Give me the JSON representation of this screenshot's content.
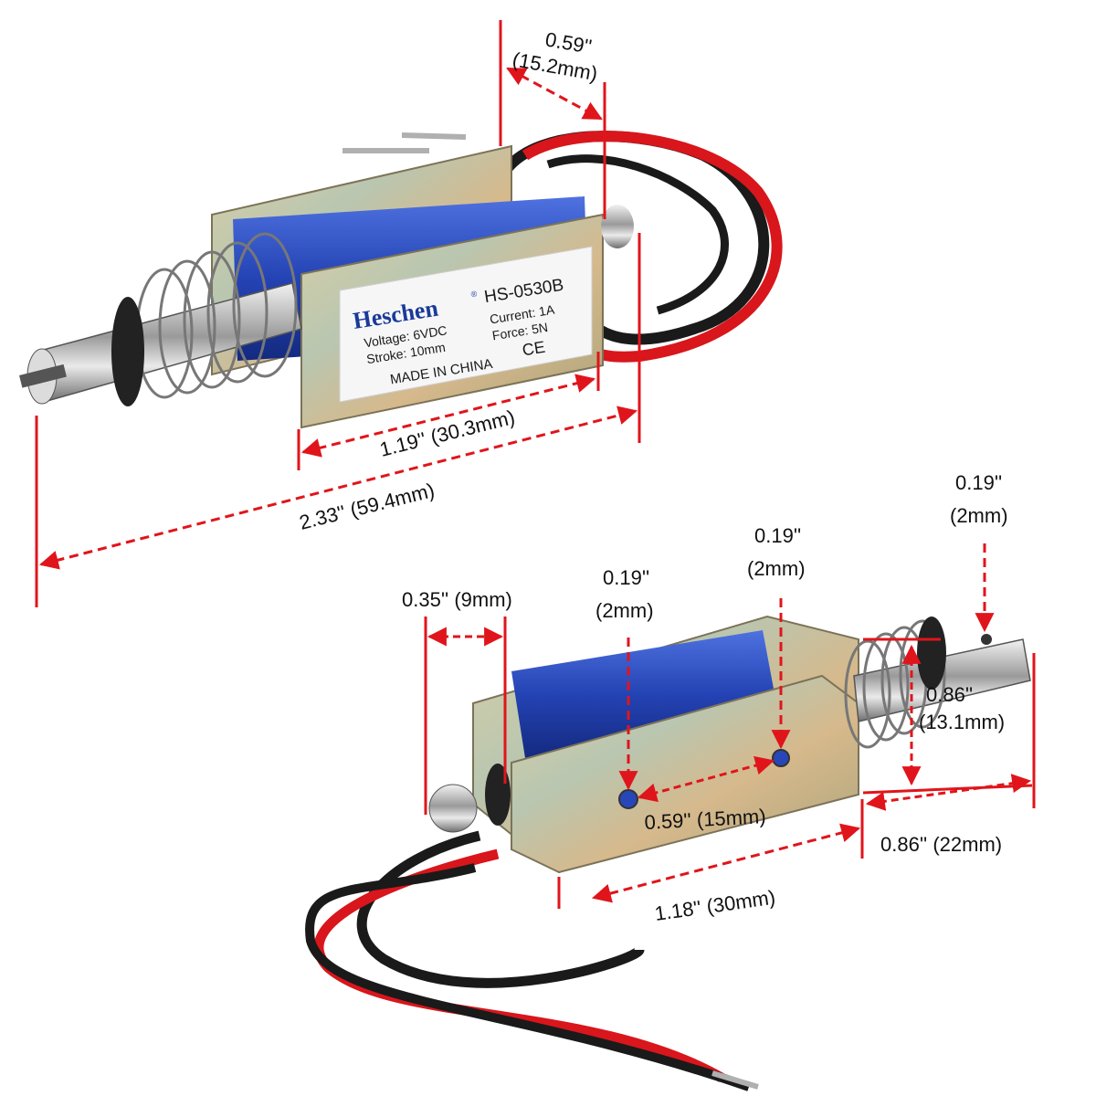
{
  "label": {
    "brand": "Heschen",
    "model": "HS-0530B",
    "voltage": "Voltage: 6VDC",
    "current": "Current: 1A",
    "stroke": "Stroke: 10mm",
    "force": "Force: 5N",
    "origin": "MADE IN CHINA",
    "ce": "CE",
    "registered": "®"
  },
  "dimensions": {
    "depth": [
      "0.59''",
      "(15.2mm)"
    ],
    "body_length": "1.19'' (30.3mm)",
    "total_length": "2.33'' (59.4mm)",
    "frame_end": "0.35'' (9mm)",
    "hole_1": [
      "0.19''",
      "(2mm)"
    ],
    "hole_2": [
      "0.19''",
      "(2mm)"
    ],
    "plunger_hole": [
      "0.19''",
      "(2mm)"
    ],
    "hole_spacing": "0.59'' (15mm)",
    "plunger_height": [
      "0.86''",
      "(13.1mm)"
    ],
    "plunger_length": "0.86'' (22mm)",
    "body_length_2": "1.18'' (30mm)"
  },
  "colors": {
    "dimension_red": "#e0151b",
    "coil_blue": "#2747b8",
    "frame_metal": "#c9b98a",
    "wire_red": "#d8161c",
    "wire_black": "#1a1a1a"
  }
}
